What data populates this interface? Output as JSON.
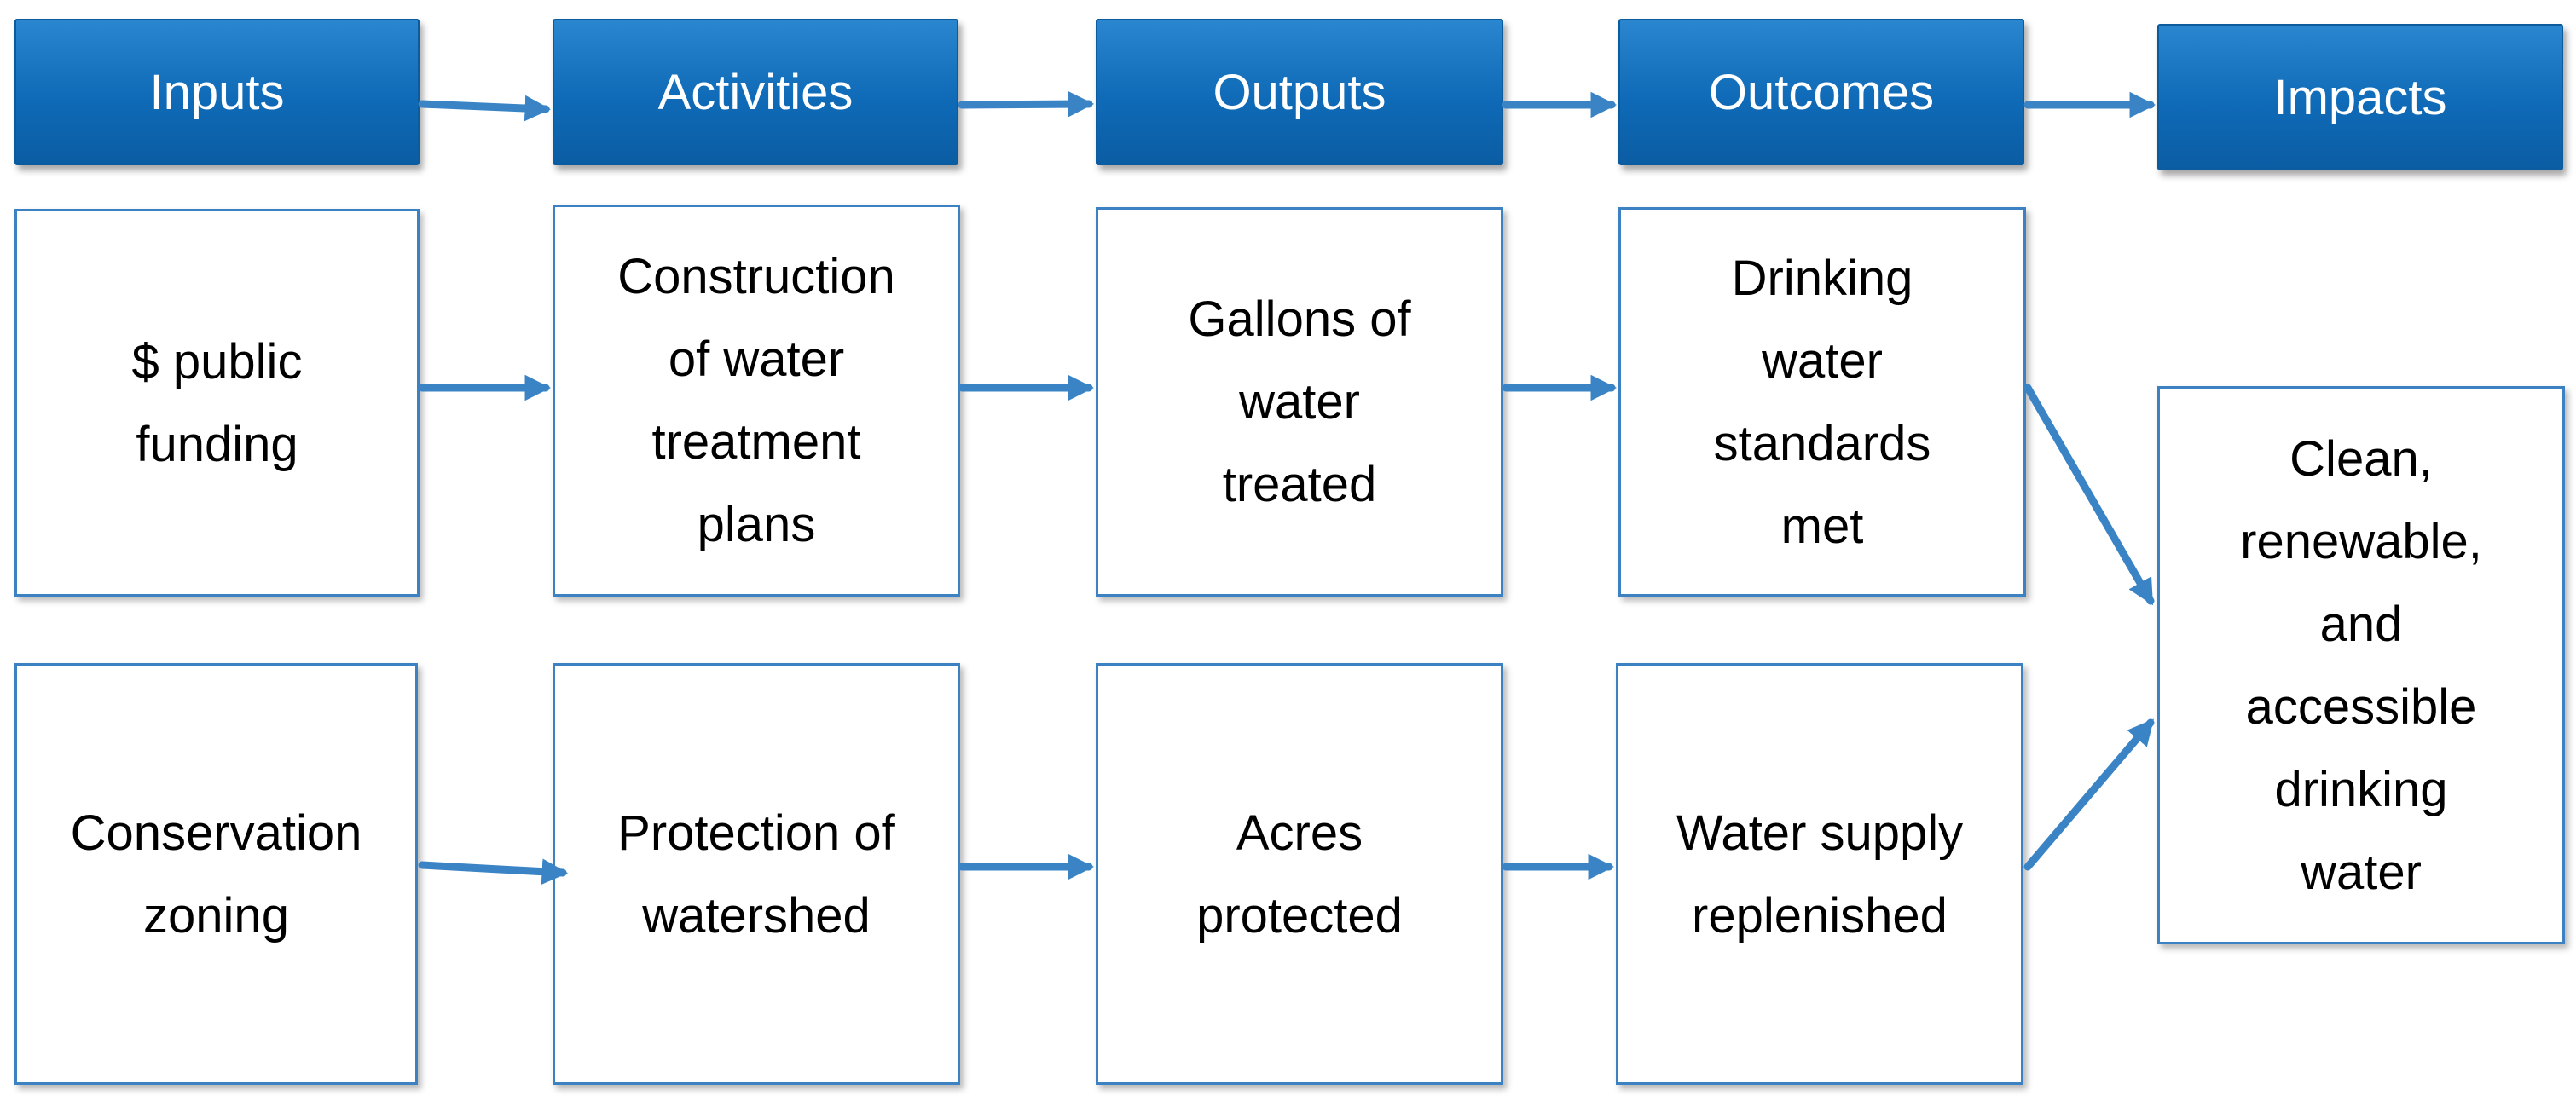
{
  "colors": {
    "header_fill": "#0f6ab7",
    "box_border": "#3c82c2",
    "arrow": "#3a84c6",
    "text": "#000000",
    "header_text": "#ffffff"
  },
  "headers": {
    "inputs": "Inputs",
    "activities": "Activities",
    "outputs": "Outputs",
    "outcomes": "Outcomes",
    "impacts": "Impacts"
  },
  "row1": {
    "input": "$ public\nfunding",
    "activity": "Construction\nof water\ntreatment\nplans",
    "output": "Gallons of\nwater\ntreated",
    "outcome": "Drinking\nwater\nstandards\nmet"
  },
  "row2": {
    "input": "Conservation\nzoning",
    "activity": "Protection of\nwatershed",
    "output": "Acres\nprotected",
    "outcome": "Water supply\nreplenished"
  },
  "impact": "Clean,\nrenewable,\nand\naccessible\ndrinking\nwater"
}
